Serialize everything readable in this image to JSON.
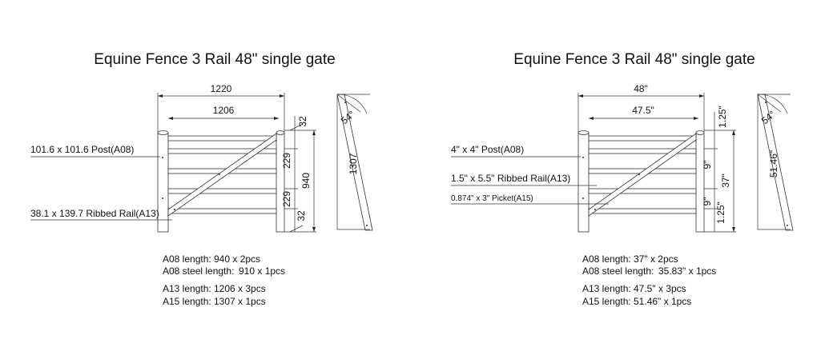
{
  "left": {
    "title": "Equine Fence 3 Rail 48\" single gate",
    "dims": {
      "overall_width": "1220",
      "inner_width": "1206",
      "top_offset": "32",
      "spacing_1": "229",
      "spacing_2": "229",
      "bottom_offset": "32",
      "post_height": "940",
      "diagonal_length": "1307",
      "angle": "54°"
    },
    "labels": {
      "post": "101.6 x 101.6 Post(A08)",
      "rail": "38.1 x 139.7 Ribbed  Rail(A13)"
    },
    "specs": [
      {
        "key": "A08 length:",
        "value": "940 x 2pcs"
      },
      {
        "key": "A08 steel length:",
        "value": "910 x 1pcs"
      },
      {
        "key": "A13 length:",
        "value": "1206 x 3pcs"
      },
      {
        "key": "A15 length:",
        "value": "1307 x 1pcs"
      }
    ]
  },
  "right": {
    "title": "Equine Fence 3 Rail 48\" single gate",
    "dims": {
      "overall_width": "48\"",
      "inner_width": "47.5\"",
      "top_offset": "1.25\"",
      "spacing_1": "9\"",
      "spacing_2": "9\"",
      "bottom_offset": "1.25\"",
      "post_height": "37\"",
      "diagonal_length": "51.46\"",
      "angle": "54°"
    },
    "labels": {
      "post": "4\" x 4\" Post(A08)",
      "rail": "1.5\" x 5.5\" Ribbed Rail(A13)",
      "picket": "0.874\" x 3\" Picket(A15)"
    },
    "specs": [
      {
        "key": "A08 length:",
        "value": "37\" x 2pcs"
      },
      {
        "key": "A08 steel length:",
        "value": "35.83\" x 1pcs"
      },
      {
        "key": "A13 length:",
        "value": "47.5\" x 3pcs"
      },
      {
        "key": "A15 length:",
        "value": "51.46\" x 1pcs"
      }
    ]
  }
}
